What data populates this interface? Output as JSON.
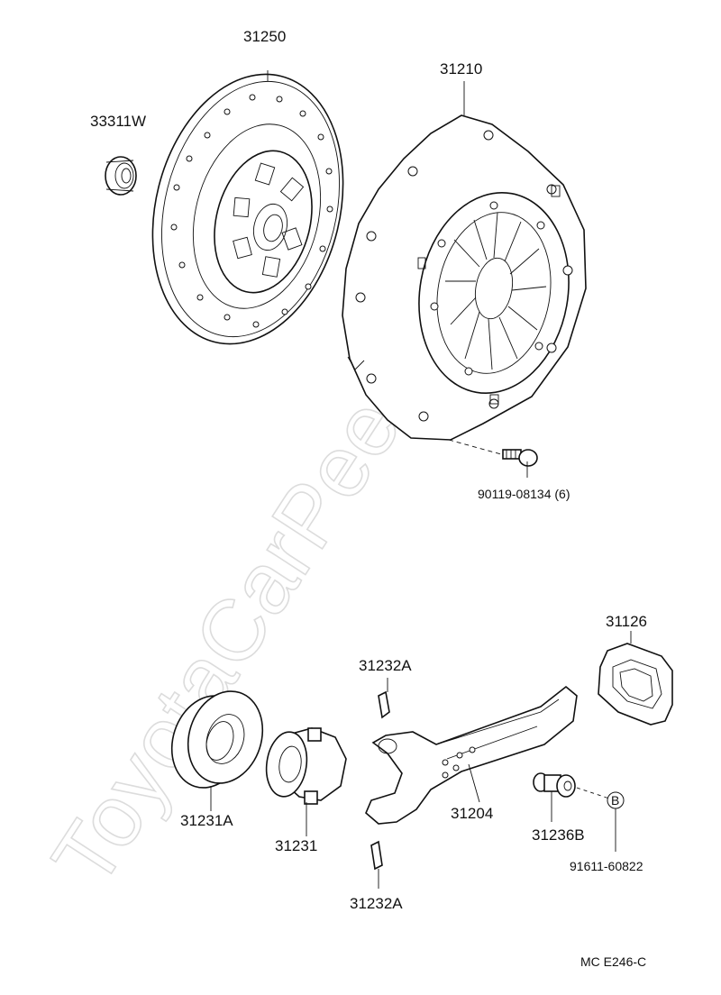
{
  "watermark": "ToyotaCarPeeps.ru",
  "labels": {
    "disc": "31250",
    "bearing_pilot": "33311W",
    "cover": "31210",
    "bolt": "90119-08134 (6)",
    "boot": "31126",
    "clip_top": "31232A",
    "bearing_release": "31231A",
    "hub": "31231",
    "clip_bottom": "31232A",
    "fork": "31204",
    "pivot": "31236B",
    "grease": "91611-60822",
    "ref_mark": "B",
    "diagram_code": "MC  E246-C"
  }
}
